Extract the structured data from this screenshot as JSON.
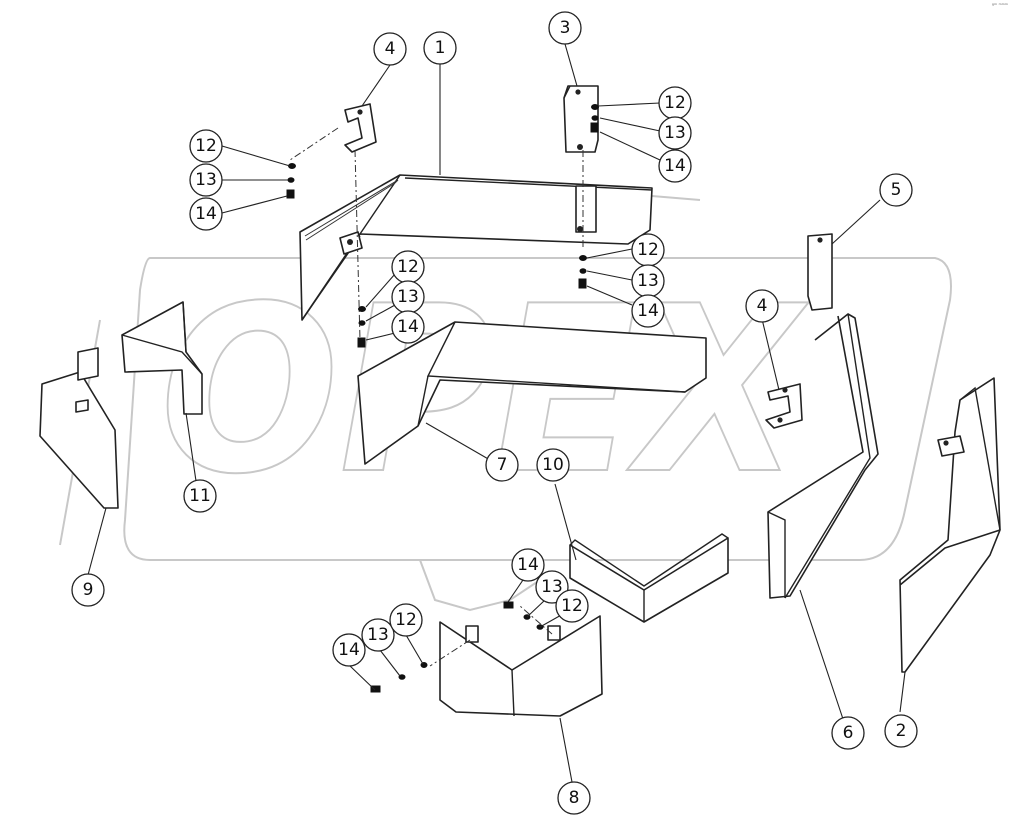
{
  "watermark": "OPEX",
  "corner_mark": "ᵍᵐ ᵐᵐᵐ",
  "callouts": [
    "1",
    "2",
    "3",
    "4",
    "5",
    "6",
    "7",
    "8",
    "9",
    "10",
    "11",
    "12",
    "13",
    "14"
  ],
  "hardware_stacks": [
    [
      "12",
      "13",
      "14"
    ]
  ]
}
